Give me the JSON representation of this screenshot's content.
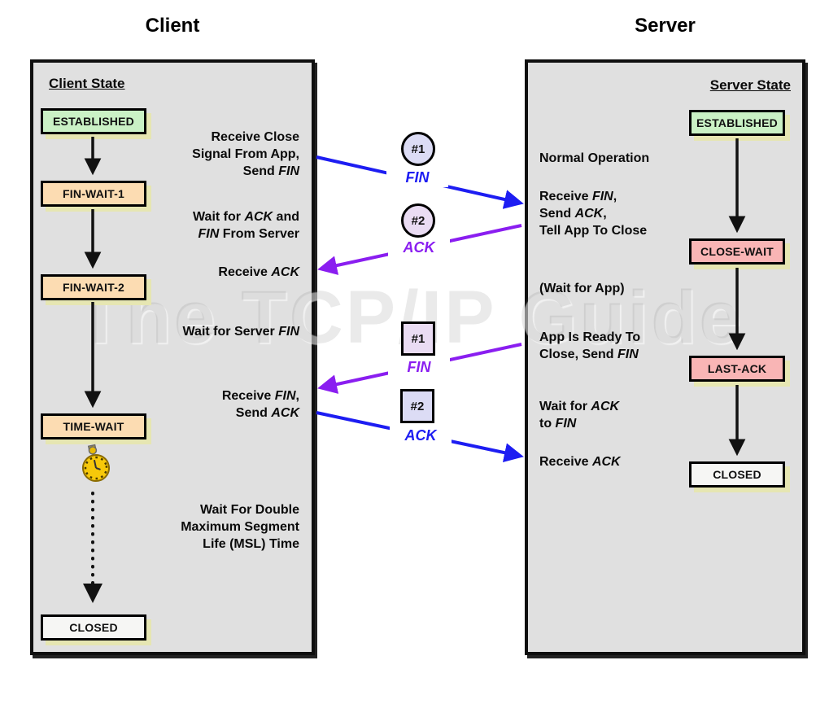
{
  "watermark": "The TCP/IP Guide",
  "colors": {
    "blue": "#1d1df2",
    "purple": "#8a1ef0",
    "panel_bg": "#e0e0e0",
    "established_green": "#caf1c5",
    "wait_peach": "#fcdcb2",
    "close_pink": "#f9b5b5",
    "closed_gray": "#f6f6f4",
    "box_shadow": "#e6e6b2",
    "badge_blue": "#dcdcf5",
    "badge_pink": "#eadcf3"
  },
  "client": {
    "title": "Client",
    "state_header": "Client State",
    "states": [
      {
        "label": "ESTABLISHED",
        "kind": "established"
      },
      {
        "label": "FIN-WAIT-1",
        "kind": "wait"
      },
      {
        "label": "FIN-WAIT-2",
        "kind": "wait"
      },
      {
        "label": "TIME-WAIT",
        "kind": "wait"
      },
      {
        "label": "CLOSED",
        "kind": "closed"
      }
    ],
    "annotations": [
      {
        "lines": [
          [
            {
              "t": "Receive Close"
            }
          ],
          [
            {
              "t": "Signal From App,"
            }
          ],
          [
            {
              "t": "Send "
            },
            {
              "t": "FIN",
              "i": true
            }
          ]
        ]
      },
      {
        "lines": [
          [
            {
              "t": "Wait for "
            },
            {
              "t": "ACK",
              "i": true
            },
            {
              "t": " and"
            }
          ],
          [
            {
              "t": "FIN",
              "i": true
            },
            {
              "t": " From Server"
            }
          ]
        ]
      },
      {
        "lines": [
          [
            {
              "t": "Receive "
            },
            {
              "t": "ACK",
              "i": true
            }
          ]
        ]
      },
      {
        "lines": [
          [
            {
              "t": "Wait for Server "
            },
            {
              "t": "FIN",
              "i": true
            }
          ]
        ]
      },
      {
        "lines": [
          [
            {
              "t": "Receive "
            },
            {
              "t": "FIN",
              "i": true
            },
            {
              "t": ","
            }
          ],
          [
            {
              "t": "Send "
            },
            {
              "t": "ACK",
              "i": true
            }
          ]
        ]
      },
      {
        "lines": [
          [
            {
              "t": "Wait For Double"
            }
          ],
          [
            {
              "t": "Maximum Segment"
            }
          ],
          [
            {
              "t": "Life (MSL) Time"
            }
          ]
        ]
      }
    ]
  },
  "server": {
    "title": "Server",
    "state_header": "Server State",
    "states": [
      {
        "label": "ESTABLISHED",
        "kind": "established"
      },
      {
        "label": "CLOSE-WAIT",
        "kind": "close"
      },
      {
        "label": "LAST-ACK",
        "kind": "close"
      },
      {
        "label": "CLOSED",
        "kind": "closed"
      }
    ],
    "annotations": [
      {
        "lines": [
          [
            {
              "t": "Normal Operation"
            }
          ]
        ]
      },
      {
        "lines": [
          [
            {
              "t": "Receive "
            },
            {
              "t": "FIN",
              "i": true
            },
            {
              "t": ","
            }
          ],
          [
            {
              "t": "Send "
            },
            {
              "t": "ACK",
              "i": true
            },
            {
              "t": ","
            }
          ],
          [
            {
              "t": "Tell App To Close"
            }
          ]
        ]
      },
      {
        "lines": [
          [
            {
              "t": "(Wait for App)"
            }
          ]
        ]
      },
      {
        "lines": [
          [
            {
              "t": "App Is Ready To"
            }
          ],
          [
            {
              "t": "Close, Send "
            },
            {
              "t": "FIN",
              "i": true
            }
          ]
        ]
      },
      {
        "lines": [
          [
            {
              "t": "Wait for "
            },
            {
              "t": "ACK",
              "i": true
            }
          ],
          [
            {
              "t": "to "
            },
            {
              "t": "FIN",
              "i": true
            }
          ]
        ]
      },
      {
        "lines": [
          [
            {
              "t": "Receive "
            },
            {
              "t": "ACK",
              "i": true
            }
          ]
        ]
      }
    ]
  },
  "messages": [
    {
      "badge": "#1",
      "shape": "circle",
      "label": "FIN",
      "direction": "client-to-server",
      "color": "blue"
    },
    {
      "badge": "#2",
      "shape": "circle",
      "label": "ACK",
      "direction": "server-to-client",
      "color": "purple"
    },
    {
      "badge": "#1",
      "shape": "square",
      "label": "FIN",
      "direction": "server-to-client",
      "color": "purple"
    },
    {
      "badge": "#2",
      "shape": "square",
      "label": "ACK",
      "direction": "client-to-server",
      "color": "blue"
    }
  ]
}
